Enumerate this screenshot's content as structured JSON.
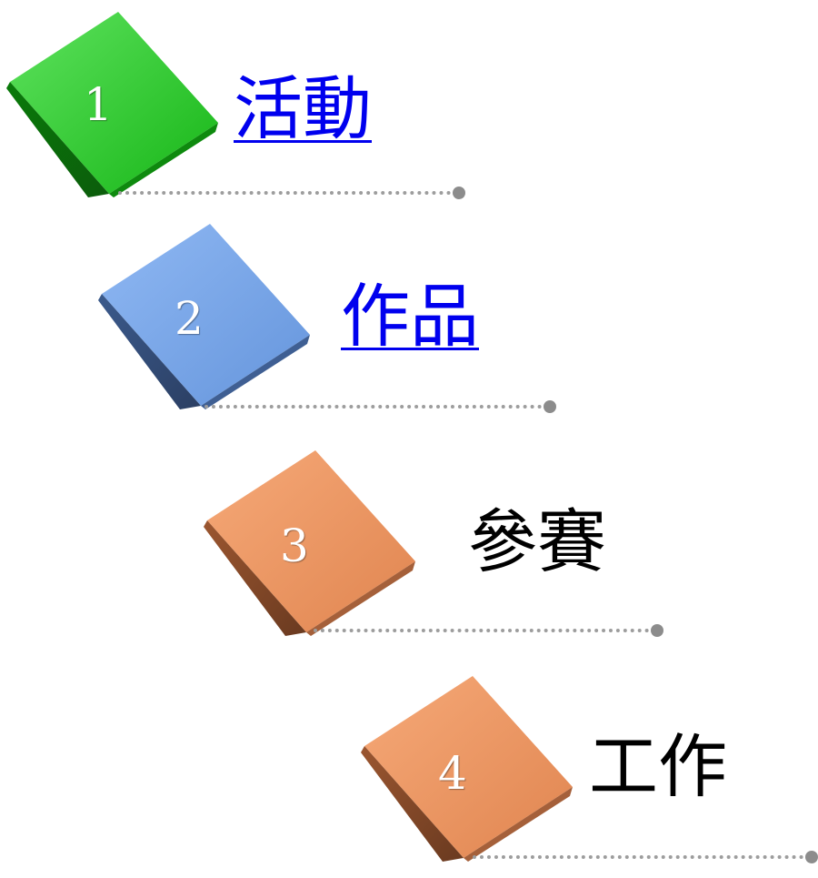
{
  "items": [
    {
      "number": "1",
      "label": "活動",
      "linked": true,
      "color": "#1fbf1f"
    },
    {
      "number": "2",
      "label": "作品",
      "linked": true,
      "color": "#6f9ee0"
    },
    {
      "number": "3",
      "label": "參賽",
      "linked": false,
      "color": "#e48a52"
    },
    {
      "number": "4",
      "label": "工作",
      "linked": false,
      "color": "#e48a52"
    }
  ],
  "colors": {
    "link": "#0000ee",
    "plain_text": "#000000",
    "connector": "#9d9d9d"
  },
  "icons": {
    "cube": "cube-icon",
    "connector_end": "dot-icon"
  }
}
